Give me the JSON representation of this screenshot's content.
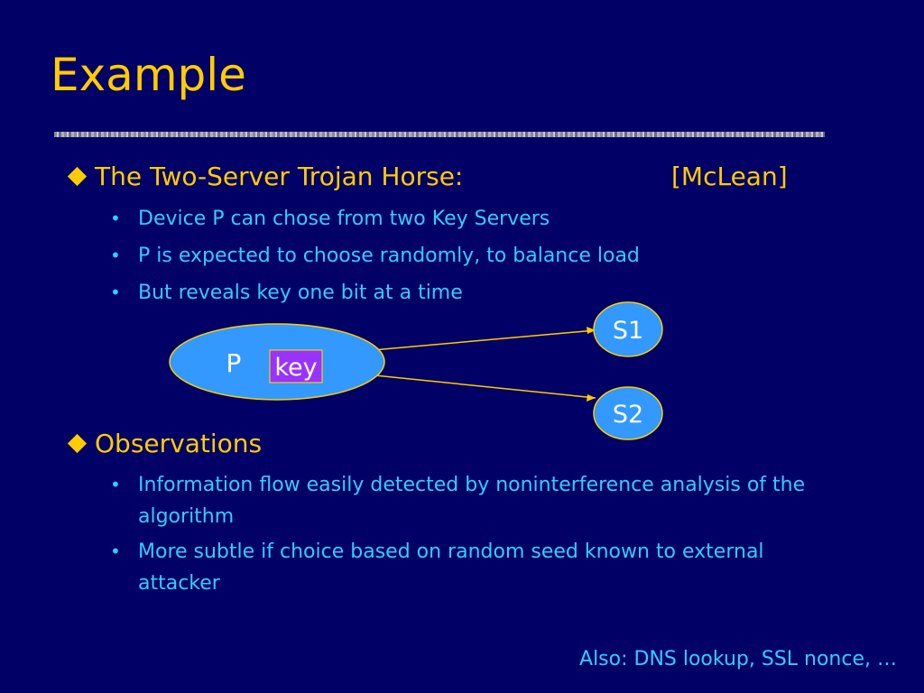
{
  "title": "Example",
  "section1": {
    "heading": "The Two-Server Trojan Horse:",
    "reference": "[McLean]",
    "bullets": [
      "Device P can chose from two Key Servers",
      "P is expected to choose randomly, to balance load",
      "But reveals key one bit at a time"
    ]
  },
  "diagram": {
    "device_label": "P",
    "key_label": "key",
    "server1": "S1",
    "server2": "S2"
  },
  "section2": {
    "heading": "Observations",
    "bullets": [
      "Information flow easily detected by noninterference analysis of the algorithm",
      "More subtle if choice based on random seed known to external attacker"
    ]
  },
  "footer": "Also: DNS lookup, SSL nonce, …",
  "colors": {
    "background": "#000066",
    "title": "#FFCC00",
    "body_text": "#33CCFF",
    "node_fill": "#3399FF",
    "key_fill": "#9933FF"
  }
}
